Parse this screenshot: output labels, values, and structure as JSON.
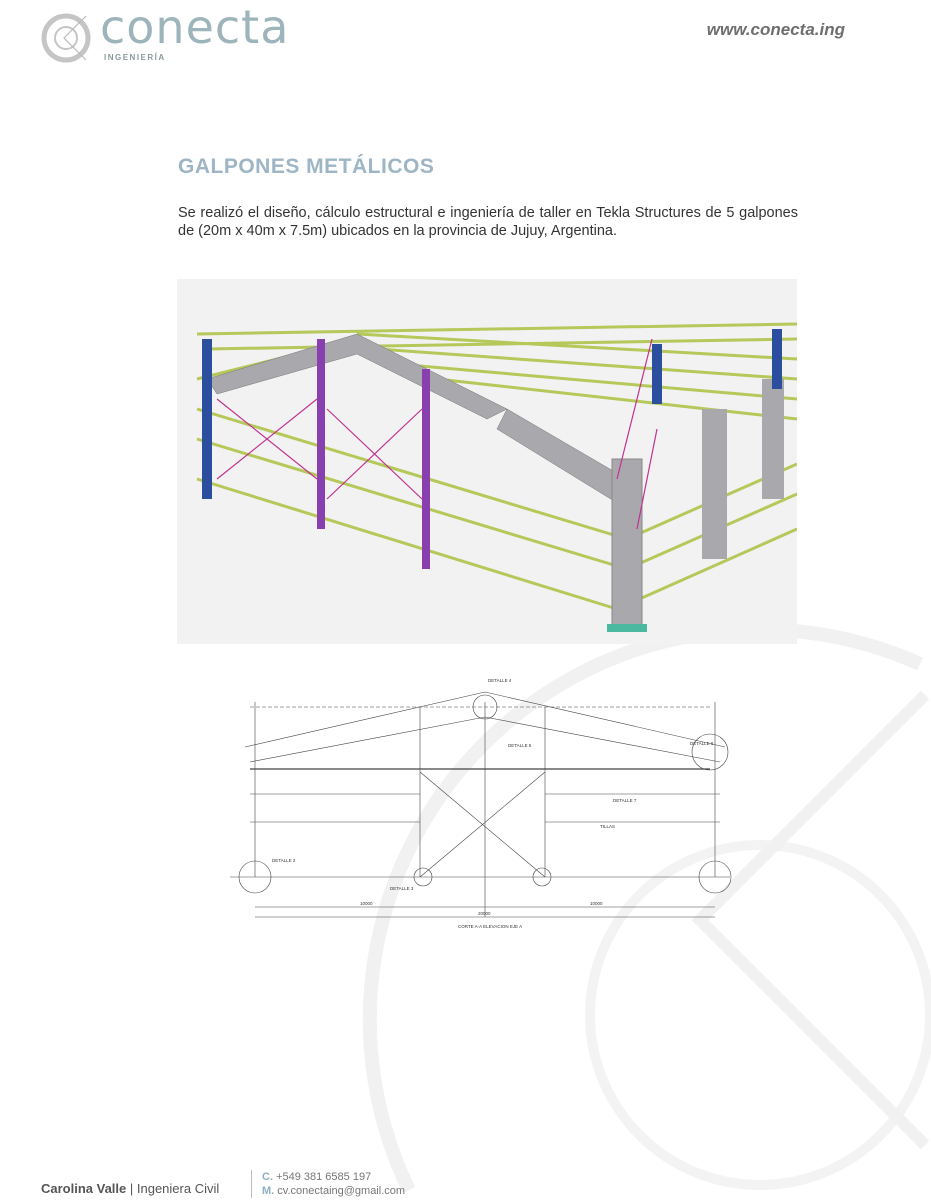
{
  "header": {
    "logo_text": "conecta",
    "logo_subtitle": "INGENIERÍA",
    "website": "www.conecta.ing"
  },
  "section": {
    "title": "GALPONES METÁLICOS",
    "paragraph": "Se realizó el diseño, cálculo estructural e ingeniería de taller en Tekla Structures de 5 galpones de (20m x 40m x 7.5m) ubicados en la provincia de Jujuy, Argentina."
  },
  "drawing": {
    "labels": {
      "detalle2": "DETALLE 2",
      "detalle3": "DETALLE 3",
      "detalle4": "DETALLE 4",
      "detalle5": "DETALLE 5",
      "detalle6": "DETALLE 6",
      "detalle7": "DETALLE 7",
      "tillas": "TILLAS",
      "dim_half_left": "10000",
      "dim_half_right": "10000",
      "dim_total": "20000",
      "caption": "CORTE A-A  ELEVACION EJE A"
    }
  },
  "footer": {
    "name": "Carolina Valle",
    "role": "Ingeniera Civil",
    "phone_key": "C.",
    "phone": "+549 381 6585 197",
    "mail_key": "M.",
    "mail": "cv.conectaing@gmail.com"
  },
  "colors": {
    "brand": "#9db5ba",
    "title": "#9db5c4",
    "beam_green": "#b5c85a",
    "column_blue": "#2b4f9e",
    "brace_magenta": "#c0338f",
    "frame_gray": "#a9a9ad"
  }
}
